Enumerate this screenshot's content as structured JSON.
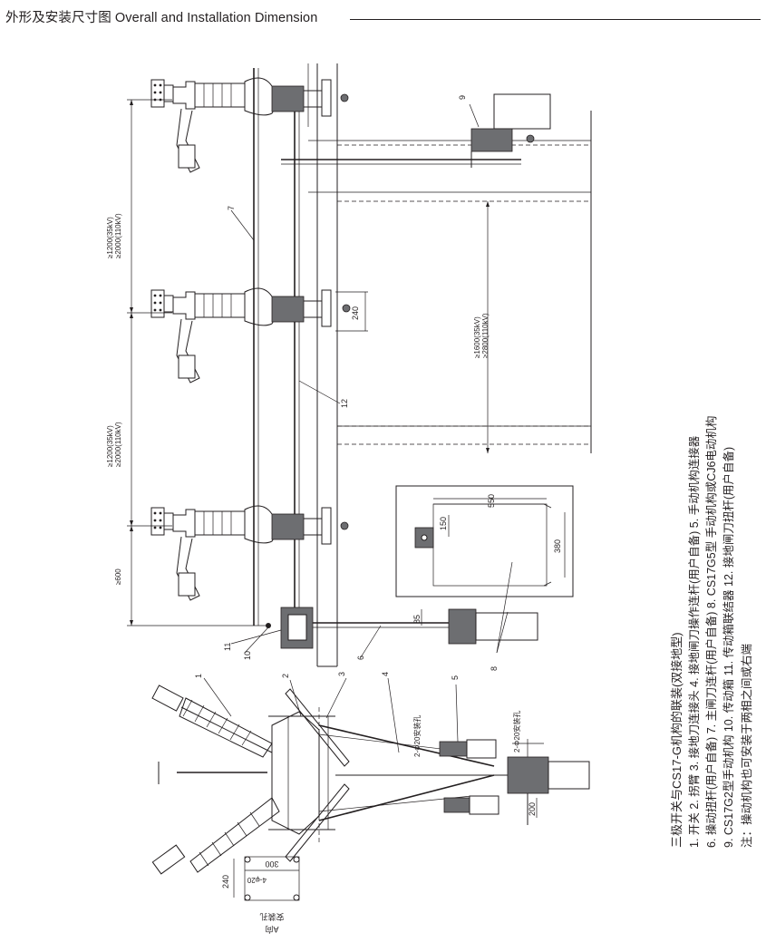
{
  "header": {
    "title": "外形及安装尺寸图 Overall and Installation Dimension"
  },
  "dimensions": {
    "d1200_a": "≥1200(35kV)",
    "d2000_a": "≥2000(110kV)",
    "d1200_b": "≥1200(35kV)",
    "d2000_b": "≥2000(110kV)",
    "d600": "≥600",
    "d1600": "≥1600(35kV)",
    "d2800": "≥2800(110kV)",
    "d240_mid": "240",
    "d550": "550",
    "d150": "150",
    "d380": "380",
    "d85": "85",
    "d200": "200",
    "d300": "300",
    "d240_base": "240",
    "d4phi20": "4-φ20"
  },
  "callouts": {
    "n1": "1",
    "n2": "2",
    "n3": "3",
    "n4": "4",
    "n5": "5",
    "n6": "6",
    "n7": "7",
    "n8": "8",
    "n9": "9",
    "n10": "10",
    "n11": "11",
    "n12": "12"
  },
  "labels": {
    "hole_a": "2-Φ20安装孔",
    "hole_b": "2-Φ20安装孔",
    "view_a": "A向",
    "mount_hole": "安装孔"
  },
  "legend": {
    "title": "三极开关与CS17-G机构的联装(双接地型)",
    "line1": "1. 开关    2. 拐臂    3. 接地刀连接头    4. 接地闸刀操作连杆(用户自备)    5. 手动机构连接器",
    "line2": "6. 操动扭杆(用户自备)    7. 主闸刀连杆(用户自备)    8. CS17G5型 手动机构或CJ6电动机构",
    "line3": "9. CS17G2型手动机构    10. 传动箱    11. 传动箱联结器    12. 接地闸刀扭杆(用户自备)",
    "note": "注：操动机构也可安装于两相之间或右端"
  }
}
